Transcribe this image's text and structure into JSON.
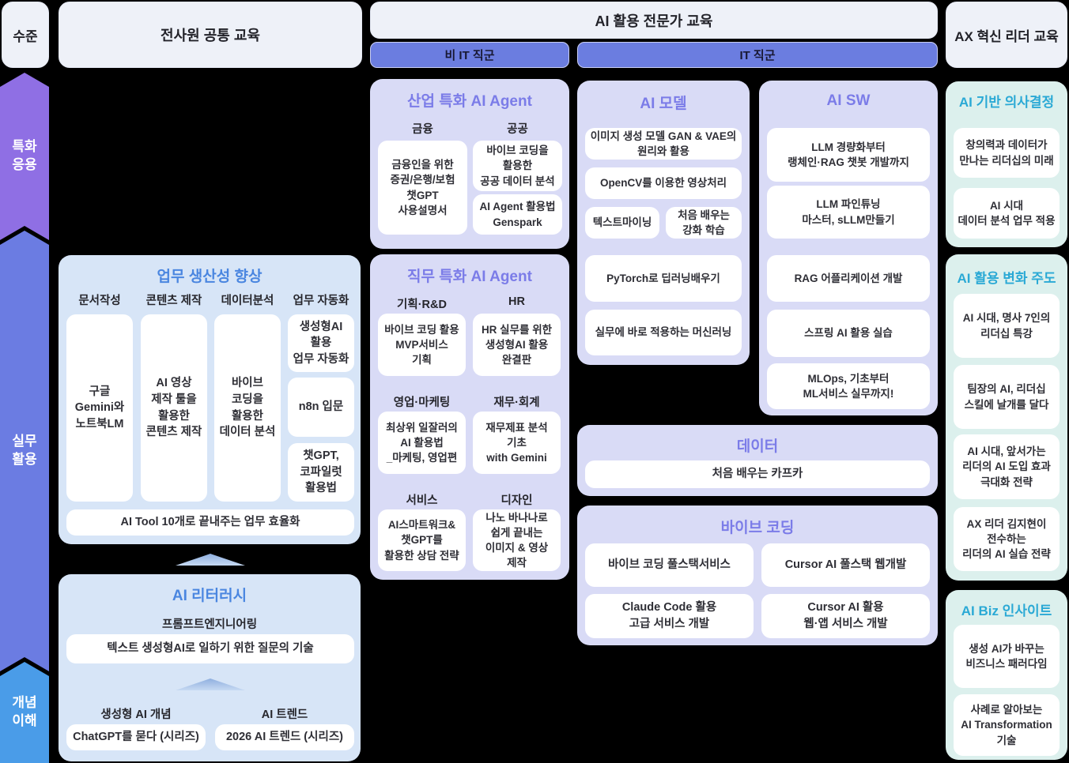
{
  "palette": {
    "arrow_specialized": "#8F6FE4",
    "arrow_practical": "#6B7CE2",
    "arrow_concept": "#4A9CE8",
    "header_bg": "#EEF1F8",
    "pill_bg": "#6B7DE0",
    "section_lavender": "#D9DBF6",
    "section_blue": "#D7E5F7",
    "section_mint": "#DCF0ED",
    "title_purple": "#7B7CE8",
    "title_blue": "#4A86E0",
    "title_teal": "#2AA9D5",
    "card_bg": "#FFFFFF"
  },
  "header": {
    "level": "수준",
    "common": "전사원 공통 교육",
    "expert": "AI 활용 전문가 교육",
    "non_it": "비 IT 직군",
    "it": "IT 직군",
    "leader": "AX 혁신 리더 교육"
  },
  "levels": {
    "specialized": "특화\n응용",
    "practical": "실무\n활용",
    "concept": "개념\n이해"
  },
  "productivity": {
    "title": "업무 생산성 향상",
    "labels": [
      "문서작성",
      "콘텐츠 제작",
      "데이터분석",
      "업무 자동화"
    ],
    "cards": [
      "구글\nGemini와\n노트북LM",
      "AI 영상\n제작 툴을\n활용한\n콘텐츠 제작",
      "바이브\n코딩을\n활용한\n데이터 분석"
    ],
    "automation_cards": [
      "생성형AI\n활용\n업무 자동화",
      "n8n 입문",
      "챗GPT,\n코파일럿\n활용법"
    ],
    "footer_card": "AI Tool 10개로 끝내주는 업무 효율화"
  },
  "literacy": {
    "title": "AI 리터러시",
    "label": "프롬프트엔지니어링",
    "card": "텍스트 생성형AI로 일하기 위한 질문의 기술",
    "bottom_labels": [
      "생성형 AI 개념",
      "AI 트렌드"
    ],
    "bottom_cards": [
      "ChatGPT를 묻다 (시리즈)",
      "2026 AI 트렌드 (시리즈)"
    ]
  },
  "industry_agent": {
    "title": "산업 특화 AI Agent",
    "finance_label": "금융",
    "public_label": "공공",
    "finance_card": "금융인을 위한\n증권/은행/보험\n챗GPT\n사용설명서",
    "public_cards": [
      "바이브 코딩을\n활용한\n공공  데이터 분석",
      "AI Agent 활용법\nGenspark"
    ]
  },
  "job_agent": {
    "title": "직무 특화 AI Agent",
    "groups": [
      {
        "label": "기획·R&D",
        "card": "바이브 코딩 활용\nMVP서비스\n기획"
      },
      {
        "label": "HR",
        "card": "HR 실무를 위한\n생성형AI 활용\n완결판"
      },
      {
        "label": "영업·마케팅",
        "card": "최상위 일잘러의\nAI 활용법\n_마케팅, 영업편"
      },
      {
        "label": "재무·회계",
        "card": "재무제표 분석\n기초\nwith Gemini"
      },
      {
        "label": "서비스",
        "card": "AI스마트워크&\n챗GPT를\n활용한 상담 전략"
      },
      {
        "label": "디자인",
        "card": "나노 바나나로\n쉽게 끝내는\n이미지 & 영상\n제작"
      }
    ]
  },
  "ai_model": {
    "title": "AI 모델",
    "cards": [
      "이미지 생성 모델 GAN & VAE의\n원리와 활용",
      "OpenCV를 이용한 영상처리",
      "텍스트마이닝",
      "처음 배우는\n강화 학습",
      "PyTorch로 딥러닝배우기",
      "실무에 바로 적용하는 머신러닝"
    ]
  },
  "ai_sw": {
    "title": "AI SW",
    "cards": [
      "LLM 경량화부터\n랭체인·RAG 챗봇 개발까지",
      "LLM 파인튜닝\n마스터,  sLLM만들기",
      "RAG 어플리케이션 개발",
      "스프링 AI 활용 실습",
      "MLOps, 기초부터\nML서비스 실무까지!"
    ]
  },
  "data_sec": {
    "title": "데이터",
    "card": "처음 배우는 카프카"
  },
  "vibe": {
    "title": "바이브 코딩",
    "cards": [
      "바이브 코딩 풀스택서비스",
      "Cursor AI 풀스택 웹개발",
      "Claude Code 활용\n고급 서비스 개발",
      "Cursor AI 활용\n웹·앱 서비스 개발"
    ]
  },
  "decision": {
    "title": "AI 기반 의사결정",
    "cards": [
      "창의력과 데이터가\n만나는 리더십의 미래",
      "AI 시대\n데이터 분석 업무 적용"
    ]
  },
  "change": {
    "title": "AI 활용 변화 주도",
    "cards": [
      "AI 시대, 명사 7인의\n리더십 특강",
      "팀장의 AI, 리더십\n스킬에 날개를 달다",
      "AI 시대, 앞서가는\n리더의 AI 도입 효과\n극대화 전략",
      "AX 리더 김지현이\n전수하는\n리더의 AI 실습 전략"
    ]
  },
  "biz": {
    "title": "AI Biz 인사이트",
    "cards": [
      "생성 AI가 바꾸는\n비즈니스 패러다임",
      "사례로 알아보는\nAI Transformation\n기술"
    ]
  }
}
